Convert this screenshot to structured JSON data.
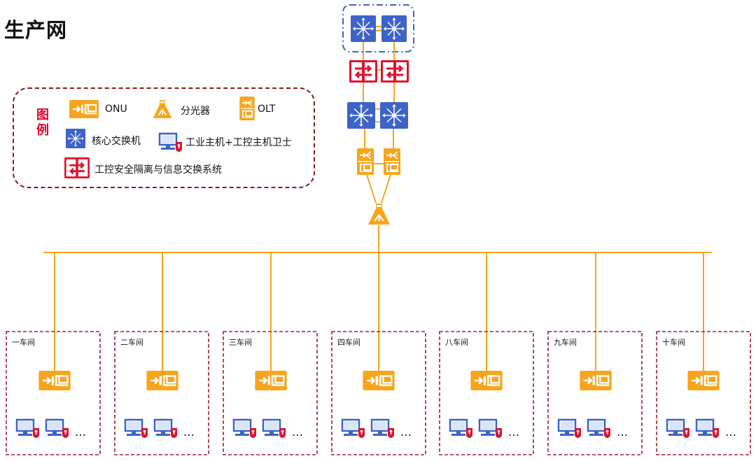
{
  "title": "生产网",
  "legend": {
    "heading": "图例",
    "items": {
      "onu": "ONU",
      "splitter": "分光器",
      "olt": "OLT",
      "core_switch": "核心交换机",
      "host": "工业主机+工控主机卫士",
      "gap": "工控安全隔离与信息交换系统"
    }
  },
  "workshops": [
    "一车间",
    "二车间",
    "三车间",
    "四车间",
    "八车间",
    "九车间",
    "十车间"
  ],
  "ellipsis": "…",
  "colors": {
    "orange": "#f7a51c",
    "blue": "#3d63c9",
    "red": "#e0132d",
    "legend_border": "#8b1a1a",
    "workshop_border": "#a02030"
  },
  "icons": {
    "onu": "onu-icon",
    "splitter": "splitter-icon",
    "olt": "olt-icon",
    "core_switch": "core-switch-icon",
    "gap": "gap-icon",
    "host": "host-icon"
  }
}
